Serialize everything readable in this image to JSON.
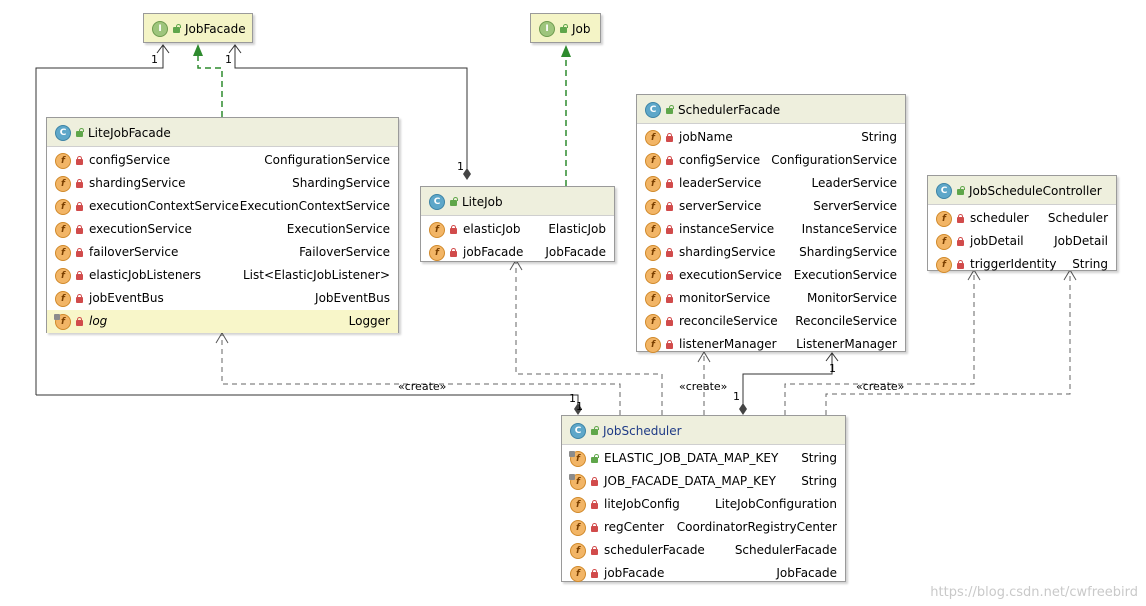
{
  "classes": {
    "jobfacade": {
      "kind": "I",
      "name": "JobFacade"
    },
    "job": {
      "kind": "I",
      "name": "Job"
    },
    "litejobfacade": {
      "kind": "C",
      "name": "LiteJobFacade",
      "fields": [
        {
          "name": "configService",
          "type": "ConfigurationService"
        },
        {
          "name": "shardingService",
          "type": "ShardingService"
        },
        {
          "name": "executionContextService",
          "type": "ExecutionContextService"
        },
        {
          "name": "executionService",
          "type": "ExecutionService"
        },
        {
          "name": "failoverService",
          "type": "FailoverService"
        },
        {
          "name": "elasticJobListeners",
          "type": "List<ElasticJobListener>"
        },
        {
          "name": "jobEventBus",
          "type": "JobEventBus"
        },
        {
          "name": "log",
          "type": "Logger"
        }
      ]
    },
    "litejob": {
      "kind": "C",
      "name": "LiteJob",
      "fields": [
        {
          "name": "elasticJob",
          "type": "ElasticJob"
        },
        {
          "name": "jobFacade",
          "type": "JobFacade"
        }
      ]
    },
    "schedulerfacade": {
      "kind": "C",
      "name": "SchedulerFacade",
      "fields": [
        {
          "name": "jobName",
          "type": "String"
        },
        {
          "name": "configService",
          "type": "ConfigurationService"
        },
        {
          "name": "leaderService",
          "type": "LeaderService"
        },
        {
          "name": "serverService",
          "type": "ServerService"
        },
        {
          "name": "instanceService",
          "type": "InstanceService"
        },
        {
          "name": "shardingService",
          "type": "ShardingService"
        },
        {
          "name": "executionService",
          "type": "ExecutionService"
        },
        {
          "name": "monitorService",
          "type": "MonitorService"
        },
        {
          "name": "reconcileService",
          "type": "ReconcileService"
        },
        {
          "name": "listenerManager",
          "type": "ListenerManager"
        }
      ]
    },
    "jobschedulecontroller": {
      "kind": "C",
      "name": "JobScheduleController",
      "fields": [
        {
          "name": "scheduler",
          "type": "Scheduler"
        },
        {
          "name": "jobDetail",
          "type": "JobDetail"
        },
        {
          "name": "triggerIdentity",
          "type": "String"
        }
      ]
    },
    "jobscheduler": {
      "kind": "C",
      "name": "JobScheduler",
      "fields": [
        {
          "name": "ELASTIC_JOB_DATA_MAP_KEY",
          "type": "String"
        },
        {
          "name": "JOB_FACADE_DATA_MAP_KEY",
          "type": "String"
        },
        {
          "name": "liteJobConfig",
          "type": "LiteJobConfiguration"
        },
        {
          "name": "regCenter",
          "type": "CoordinatorRegistryCenter"
        },
        {
          "name": "schedulerFacade",
          "type": "SchedulerFacade"
        },
        {
          "name": "jobFacade",
          "type": "JobFacade"
        }
      ]
    }
  },
  "labels": {
    "create1": "«create»",
    "create2": "«create»",
    "create3": "«create»",
    "m_jf_left": "1",
    "m_jf_right": "1",
    "m_litejob": "1",
    "m_js_left1": "1",
    "m_js_left2": "1",
    "m_sf": "1",
    "m_js_sf": "1"
  },
  "watermark": "https://blog.csdn.net/cwfreebird",
  "colors": {
    "realization": "#2e8b2e",
    "line": "#333333",
    "dep": "#666666"
  }
}
